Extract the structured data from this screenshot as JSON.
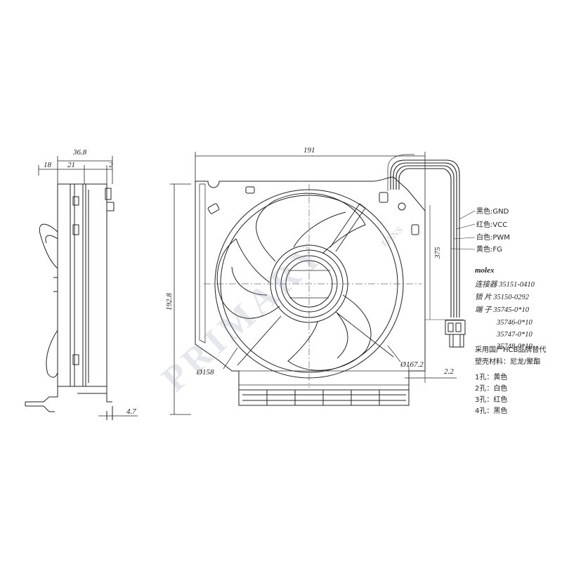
{
  "dimensions": {
    "side_overall": "36.8",
    "side_seg_a": "18",
    "side_seg_b": "21",
    "side_seg_c": "2",
    "side_foot": "4.7",
    "front_width": "191",
    "front_height": "192.8",
    "cable_length": "375",
    "rotor_dia": "Ø158",
    "ring_dia": "Ø167.2",
    "right_gap": "2.2"
  },
  "wires": [
    {
      "label": "黑色:GND",
      "color": "#222222"
    },
    {
      "label": "红色:VCC",
      "color": "#c0392b"
    },
    {
      "label": "白色:PWM",
      "color": "#bbbbbb"
    },
    {
      "label": "黄色:FG",
      "color": "#d4ac0d"
    }
  ],
  "connector": {
    "brand": "molex",
    "lines": [
      "连接器 35151-0410",
      "锁 片 35150-0292",
      "端 子 35745-0*10",
      "35746-0*10",
      "35747-0*10",
      "35748-0*10"
    ]
  },
  "notes": [
    "采用国产HCB品牌替代",
    "塑壳材料：尼龙/聚酯"
  ],
  "pins": [
    "1孔：黄色",
    "2孔：白色",
    "3孔：红色",
    "4孔：黑色"
  ],
  "watermark": {
    "main": "PRIMARY",
    "sub": "FANS"
  }
}
